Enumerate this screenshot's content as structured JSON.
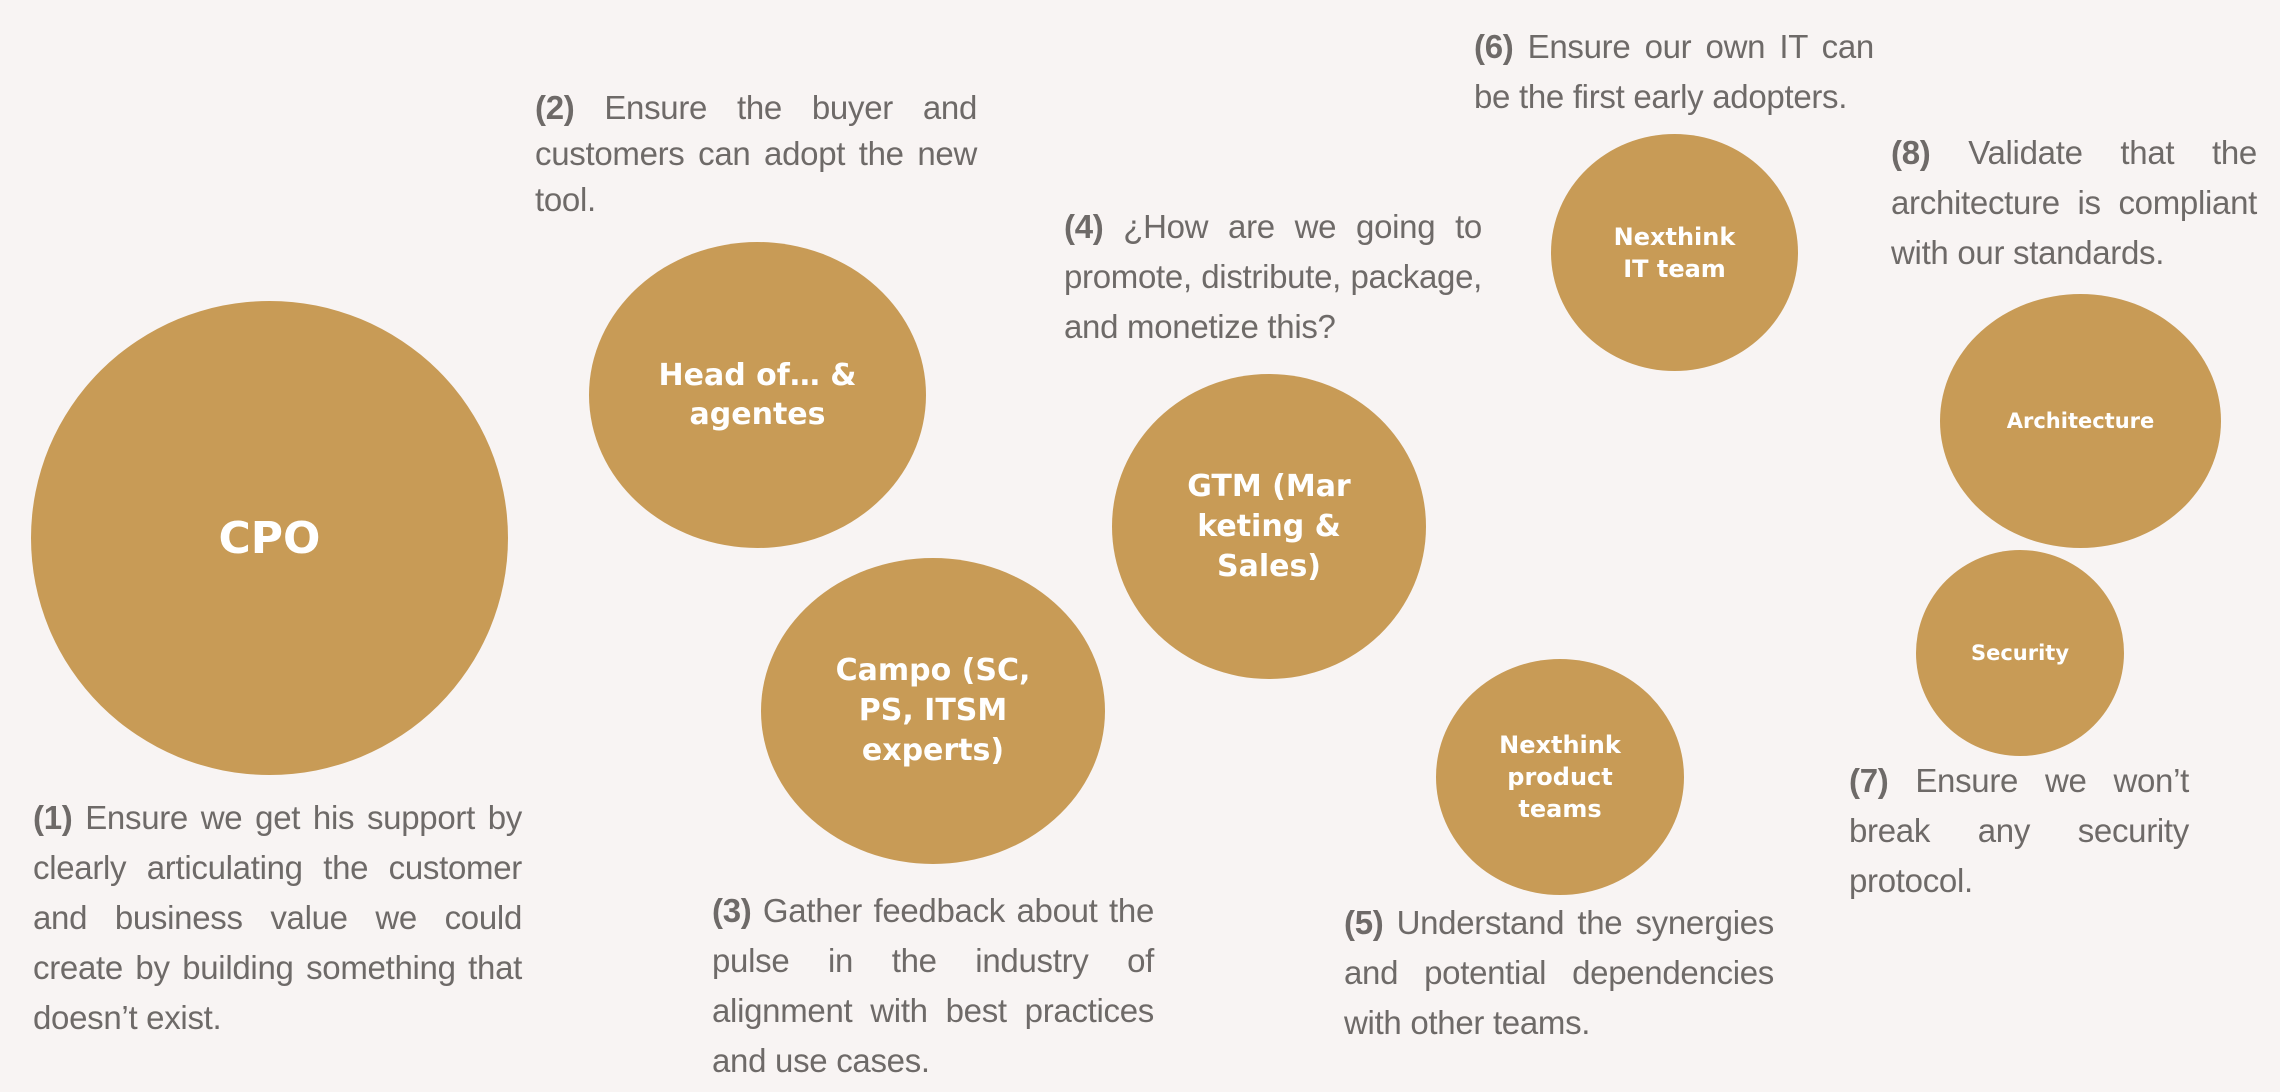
{
  "bubbles": {
    "cpo": "CPO",
    "head": "Head of… & agentes",
    "campo": "Campo (SC, PS, ITSM experts)",
    "gtm": "GTM (Marketing & Sales)",
    "it": "Nexthink IT team",
    "product": "Nexthink product teams",
    "arch": "Architecture",
    "security": "Security"
  },
  "notes": {
    "n1": {
      "num": "(1)",
      "text": " Ensure we get his support by clearly articulating the customer and business value we could create by building something that doesn’t exist."
    },
    "n2": {
      "num": "(2)",
      "text": " Ensure the buyer and customers can adopt the new tool."
    },
    "n3": {
      "num": "(3)",
      "text": " Gather feedback about the pulse in the industry of alignment with best practices and use cases."
    },
    "n4": {
      "num": "(4)",
      "text": " ¿How are we going to promote, distribute, package, and monetize this?"
    },
    "n5": {
      "num": "(5)",
      "text": " Understand the synergies and potential dependencies with other teams."
    },
    "n6": {
      "num": "(6)",
      "text": " Ensure our own IT can be the first early adopters."
    },
    "n7": {
      "num": "(7)",
      "text": " Ensure we won’t break any security protocol."
    },
    "n8": {
      "num": "(8)",
      "text": " Validate that the architecture is compliant with our standards."
    }
  },
  "colors": {
    "bubble": "#c89b56",
    "background": "#f8f4f3",
    "text": "#6e6a68"
  }
}
